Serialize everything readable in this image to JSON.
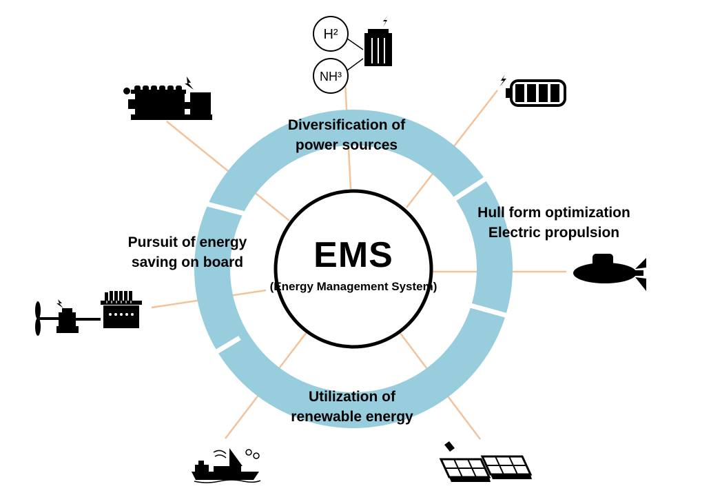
{
  "center": {
    "title": "EMS",
    "subtitle": "(Energy Management System)"
  },
  "segments": {
    "diversification": {
      "line1": "Diversification of",
      "line2": "power sources"
    },
    "hull": {
      "line1": "Hull form optimization",
      "line2": "Electric propulsion"
    },
    "pursuit": {
      "line1": "Pursuit of energy",
      "line2": "saving on board"
    },
    "renewable": {
      "line1": "Utilization of",
      "line2": "renewable energy"
    }
  },
  "icons": {
    "hydrogen": "H²",
    "ammonia": "NH³",
    "list": [
      "hydrogen-ammonia-fuel-cell-icon",
      "battery-icon",
      "submarine-propulsion-icon",
      "solar-panel-icon",
      "sailing-ship-icon",
      "hybrid-propulsion-shaft-icon",
      "engine-generator-icon"
    ]
  },
  "colors": {
    "ring": "#97cddd",
    "connector": "#f4c29a",
    "circle": "#000000"
  }
}
